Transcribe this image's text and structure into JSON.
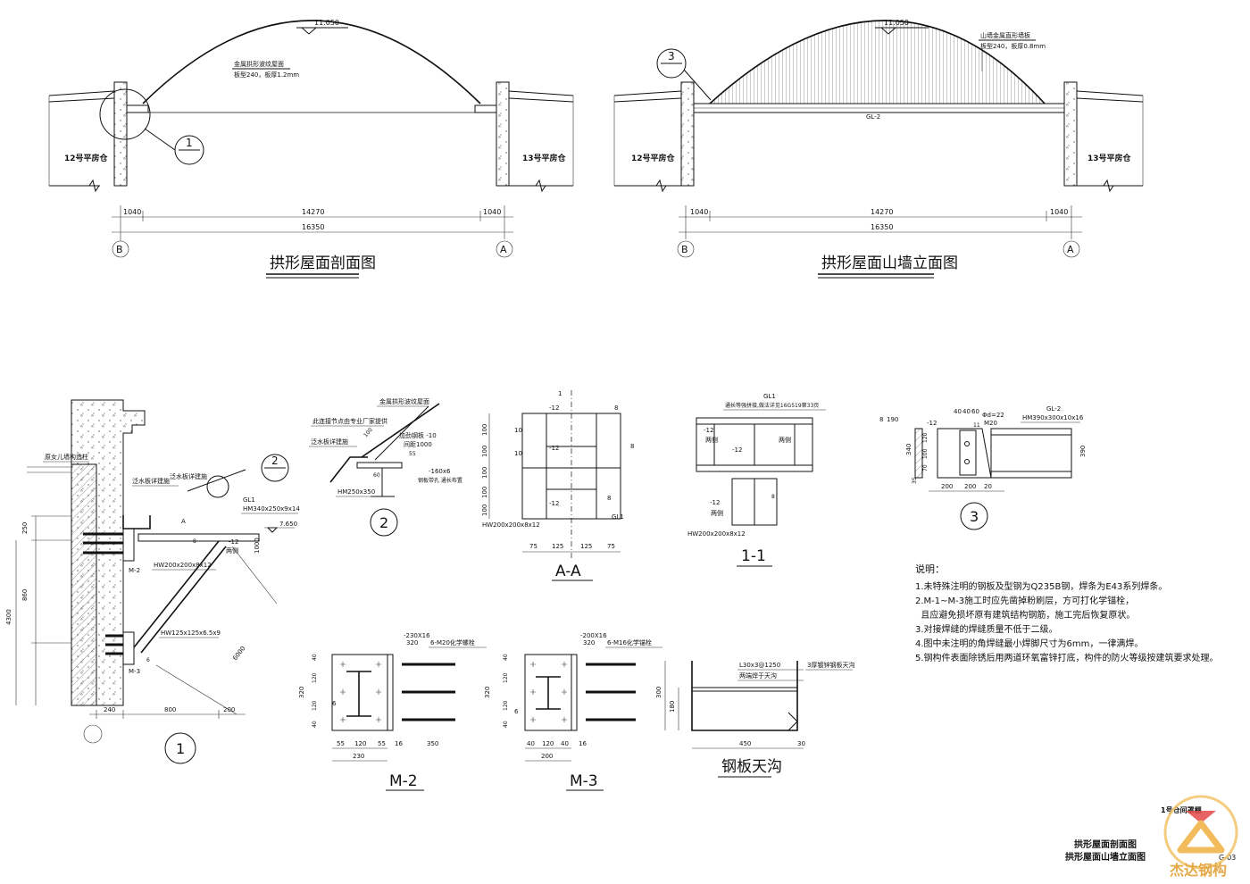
{
  "views": {
    "section": {
      "title": "拱形屋面剖面图",
      "top_elevation": "11.050",
      "roof_note_1": "金属拱形波纹屋面",
      "roof_note_2": "板型240，板厚1.2mm",
      "left_building": "12号平房仓",
      "right_building": "13号平房仓",
      "detail_marker": "1",
      "dims": {
        "left": "1040",
        "mid": "14270",
        "right": "1040",
        "total": "16350"
      },
      "axis_left": "B",
      "axis_right": "A"
    },
    "gable": {
      "title": "拱形屋面山墙立面图",
      "top_elevation": "11.050",
      "wall_note_1": "山墙金属直形墙板",
      "wall_note_2": "板型240，板厚0.8mm",
      "beam_label": "GL-2",
      "left_building": "12号平房仓",
      "right_building": "13号平房仓",
      "detail_marker": "3",
      "dims": {
        "left": "1040",
        "mid": "14270",
        "right": "1040",
        "total": "16350"
      },
      "axis_left": "B",
      "axis_right": "A"
    }
  },
  "detail1": {
    "marker": "1",
    "note_parapet": "原女儿墙构造柱",
    "note_flashing_a": "泛水板详建施",
    "note_flashing_b": "泛水板详建施",
    "sub_marker": "2",
    "gl1": "GL1",
    "gl1_size": "HM340x250x9x14",
    "elevation": "7.650",
    "plate1": "-12",
    "weld1": "两侧",
    "weld_size": "8",
    "hw": "HW200x200x8x12",
    "m2": "M-2",
    "m3": "M-3",
    "brace": "HW125x125x6.5x9",
    "section_a": "A",
    "dims_v": {
      "d250": "250",
      "d860": "860",
      "d4300": "4300",
      "d1000": "1000"
    },
    "dims_h": {
      "d240": "240",
      "d800": "800",
      "d200": "200"
    },
    "diag": "6000",
    "weld_6": "6"
  },
  "detail2": {
    "marker": "2",
    "note_roof": "金属拱形波纹屋面",
    "note_joint": "此连接节点由专业厂家提供",
    "note_flash": "泛水板详建施",
    "note_stiff_1": "加劲钢板 -10",
    "note_stiff_2": "间距1000",
    "note_plate": "-160x6",
    "note_plate_2": "钢板带孔 通长布置",
    "dim_100": "100",
    "dim_60": "60",
    "dim_55": "55",
    "hm": "HM250x350"
  },
  "detailAA": {
    "title": "A-A",
    "marker": "1",
    "plates": [
      "-12",
      "-12",
      "-12"
    ],
    "weld_labels": [
      "10",
      "8",
      "8",
      "8",
      "10"
    ],
    "hw": "HW200x200x8x12",
    "gl1": "GL1",
    "dims_v": [
      "100",
      "100",
      "100",
      "100",
      "100"
    ],
    "dims_h": [
      "75",
      "125",
      "125",
      "75"
    ]
  },
  "detail11": {
    "title": "1-1",
    "gl1": "GL1",
    "note": "通长等强拼接,做法详见16G519第33页",
    "plates": [
      "-12",
      "-12",
      "-12"
    ],
    "weld_two": "两侧",
    "weld_size": "8",
    "hw": "HW200x200x8x12"
  },
  "detail3": {
    "marker": "3",
    "gl2": "GL-2",
    "hm": "HM390x300x10x16",
    "bolt_d": "Φd=22",
    "bolt": "M20",
    "plate": "-12",
    "dims_top": [
      "40",
      "40",
      "60"
    ],
    "dims_left": [
      "8",
      "190"
    ],
    "dims_v": [
      "340",
      "120",
      "100",
      "70",
      "35"
    ],
    "dims_bottom": [
      "200",
      "200",
      "20"
    ],
    "dim_right": "390",
    "weld_size": "11"
  },
  "m2": {
    "title": "M-2",
    "plate": "-230X16",
    "plate_w": "320",
    "bolt_note": "6-M20化学螺栓",
    "dims_v": [
      "320",
      "40",
      "120",
      "120",
      "40"
    ],
    "dims_h": [
      "55",
      "120",
      "55"
    ],
    "total_w": "230",
    "bolt_len": "350",
    "thick": "16",
    "weld": "6"
  },
  "m3": {
    "title": "M-3",
    "plate": "-200X16",
    "plate_w": "320",
    "bolt_note": "6-M16化学锚栓",
    "dims_v": [
      "320",
      "40",
      "120",
      "120",
      "40"
    ],
    "dims_h": [
      "40",
      "120",
      "40"
    ],
    "total_w": "200",
    "thick": "16",
    "weld": "6"
  },
  "gutter": {
    "title": "钢板天沟",
    "angle_note": "L30x3@1250",
    "angle_note_2": "两端焊于天沟",
    "plate_note": "3厚镀锌钢板天沟",
    "dims_v": [
      "300",
      "180"
    ],
    "dim_w": "450",
    "dim_t": "30"
  },
  "notes": {
    "heading": "说明：",
    "lines": [
      "1.未特殊注明的钢板及型钢为Q235B钢，焊条为E43系列焊条。",
      "2.M-1~M-3施工时应先凿掉粉刷层，方可打化学锚栓，",
      "  且应避免损坏原有建筑结构钢筋，施工完后恢复原状。",
      "3.对接焊缝的焊缝质量不低于二级。",
      "4.图中未注明的角焊缝最小焊脚尺寸为6mm，一律满焊。",
      "5.钢构件表面除锈后用两道环氧富锌打底，构件的防火等级按建筑要求处理。"
    ]
  },
  "title_block": {
    "project": "1号仓间罩棚",
    "drawing_1": "拱形屋面剖面图",
    "drawing_2": "拱形屋面山墙立面图",
    "sheet_no": "G-03",
    "company": "杰达钢构"
  }
}
